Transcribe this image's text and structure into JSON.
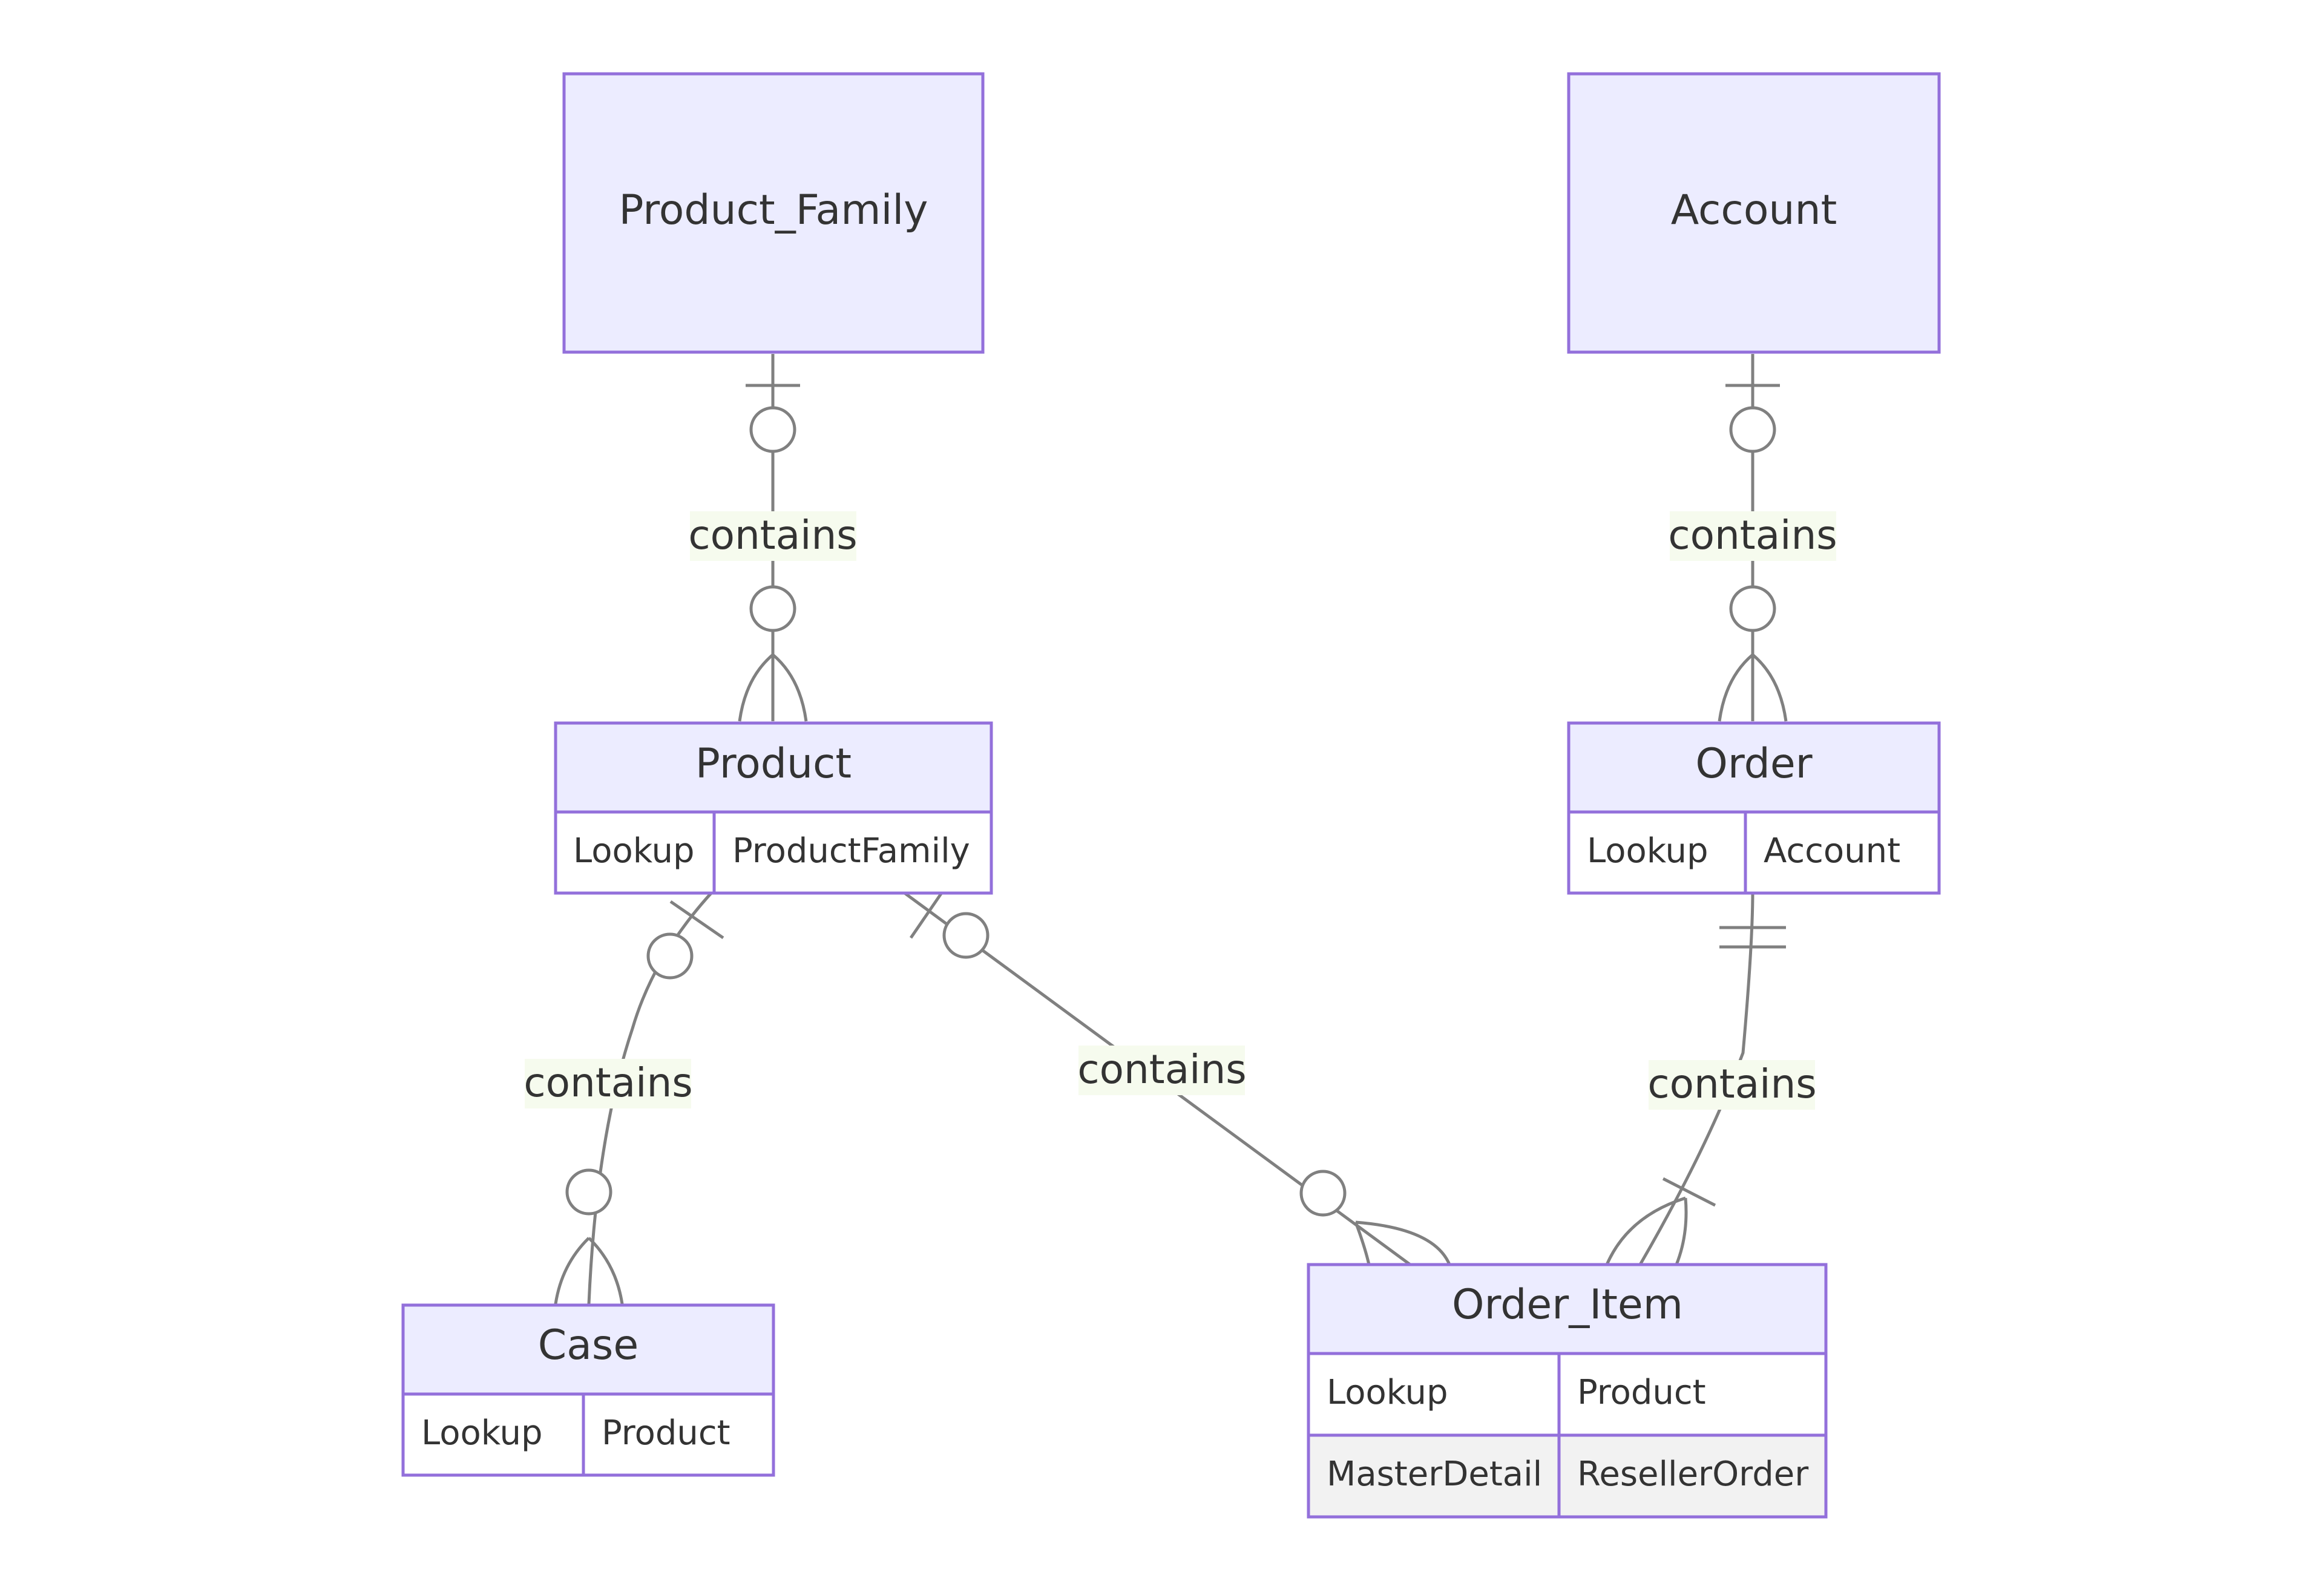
{
  "entities": {
    "product_family": {
      "name": "Product_Family"
    },
    "account": {
      "name": "Account"
    },
    "product": {
      "name": "Product",
      "attributes": [
        {
          "type": "Lookup",
          "name": "ProductFamily"
        }
      ]
    },
    "order": {
      "name": "Order",
      "attributes": [
        {
          "type": "Lookup",
          "name": "Account"
        }
      ]
    },
    "case": {
      "name": "Case",
      "attributes": [
        {
          "type": "Lookup",
          "name": "Product"
        }
      ]
    },
    "order_item": {
      "name": "Order_Item",
      "attributes": [
        {
          "type": "Lookup",
          "name": "Product"
        },
        {
          "type": "MasterDetail",
          "name": "ResellerOrder"
        }
      ]
    }
  },
  "relationships": [
    {
      "from": "Product_Family",
      "to": "Product",
      "label": "contains"
    },
    {
      "from": "Account",
      "to": "Order",
      "label": "contains"
    },
    {
      "from": "Product",
      "to": "Case",
      "label": "contains"
    },
    {
      "from": "Product",
      "to": "Order_Item",
      "label": "contains"
    },
    {
      "from": "Order",
      "to": "Order_Item",
      "label": "contains"
    }
  ],
  "colors": {
    "entity_fill": "#ECECFF",
    "entity_stroke": "#9370DB",
    "line": "#808080",
    "label_bg": "#f6fbee",
    "text": "#333333"
  }
}
